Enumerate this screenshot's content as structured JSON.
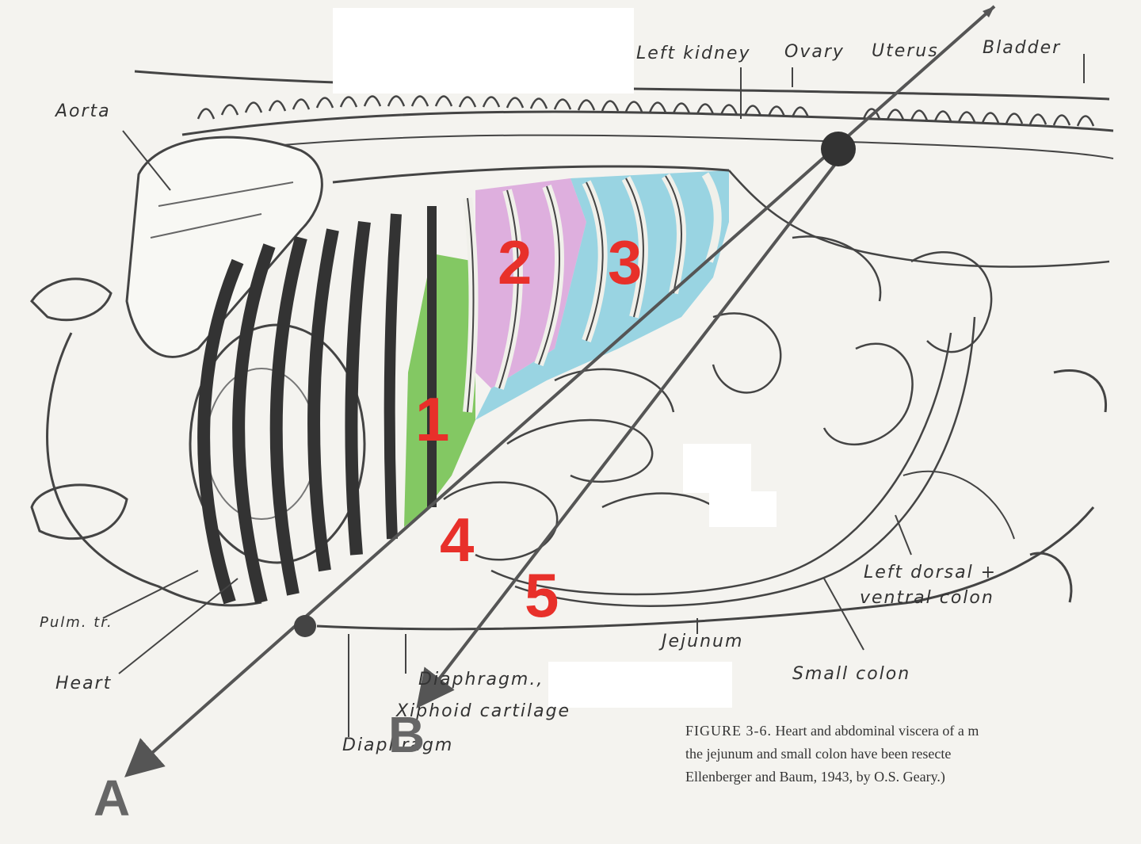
{
  "labels": {
    "left_kidney": "Left kidney",
    "ovary": "Ovary",
    "uterus": "Uterus",
    "bladder": "Bladder",
    "aorta": "Aorta",
    "pulm_tr": "Pulm. tr.",
    "heart": "Heart",
    "diaphragm_xiphoid_1": "Diaphragm.,",
    "diaphragm_xiphoid_2": "Xiphoid cartilage",
    "diaphragm": "Diaphragm",
    "jejunum": "Jejunum",
    "small_colon": "Small colon",
    "left_colon_1": "Left dorsal +",
    "left_colon_2": "ventral colon"
  },
  "markers": {
    "m1": "1",
    "m2": "2",
    "m3": "3",
    "m4": "4",
    "m5": "5"
  },
  "axes": {
    "a": "A",
    "b": "B"
  },
  "caption": {
    "figure": "FIGURE 3-6.",
    "line1": "Heart and abdominal viscera of a m",
    "line2": "the jejunum and small colon have been resecte",
    "line3": "Ellenberger and Baum, 1943, by O.S. Geary.)"
  },
  "colors": {
    "region_green": "#6fbf4a",
    "region_pink": "#dba7dc",
    "region_blue": "#8fd0e0",
    "marker_red": "#e8302a",
    "axis_line": "#555555"
  }
}
